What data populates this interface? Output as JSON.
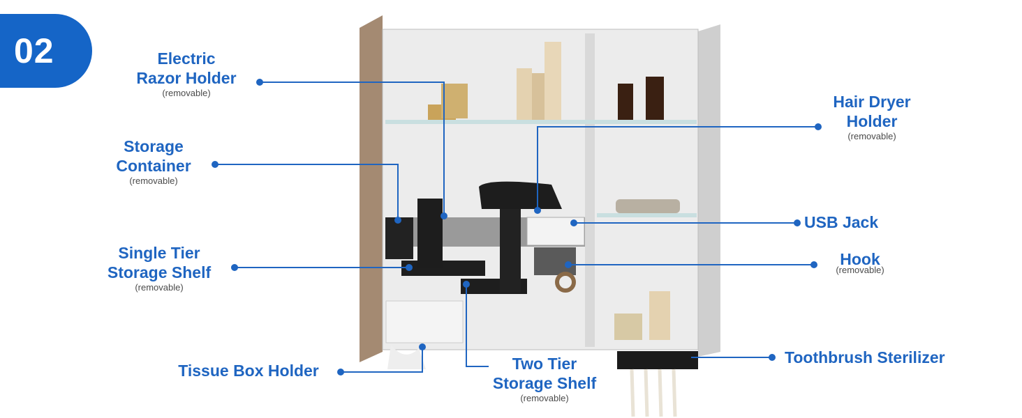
{
  "badge": {
    "number": "02",
    "color": "#1565c7"
  },
  "accent_color": "#1f65c1",
  "labels": {
    "electric_razor_holder": {
      "line1": "Electric",
      "line2": "Razor Holder",
      "sub": "(removable)"
    },
    "storage_container": {
      "line1": "Storage",
      "line2": "Container",
      "sub": "(removable)"
    },
    "single_tier_shelf": {
      "line1": "Single Tier",
      "line2": "Storage Shelf",
      "sub": "(removable)"
    },
    "tissue_box_holder": {
      "line1": "Tissue Box Holder"
    },
    "two_tier_shelf": {
      "line1": "Two Tier",
      "line2": "Storage Shelf",
      "sub": "(removable)"
    },
    "hair_dryer_holder": {
      "line1": "Hair Dryer",
      "line2": "Holder",
      "sub": "(removable)"
    },
    "usb_jack": {
      "line1": "USB Jack"
    },
    "hook": {
      "line1": "Hook",
      "sub": "(removable)"
    },
    "toothbrush_sterilizer": {
      "line1": "Toothbrush Sterilizer"
    }
  }
}
